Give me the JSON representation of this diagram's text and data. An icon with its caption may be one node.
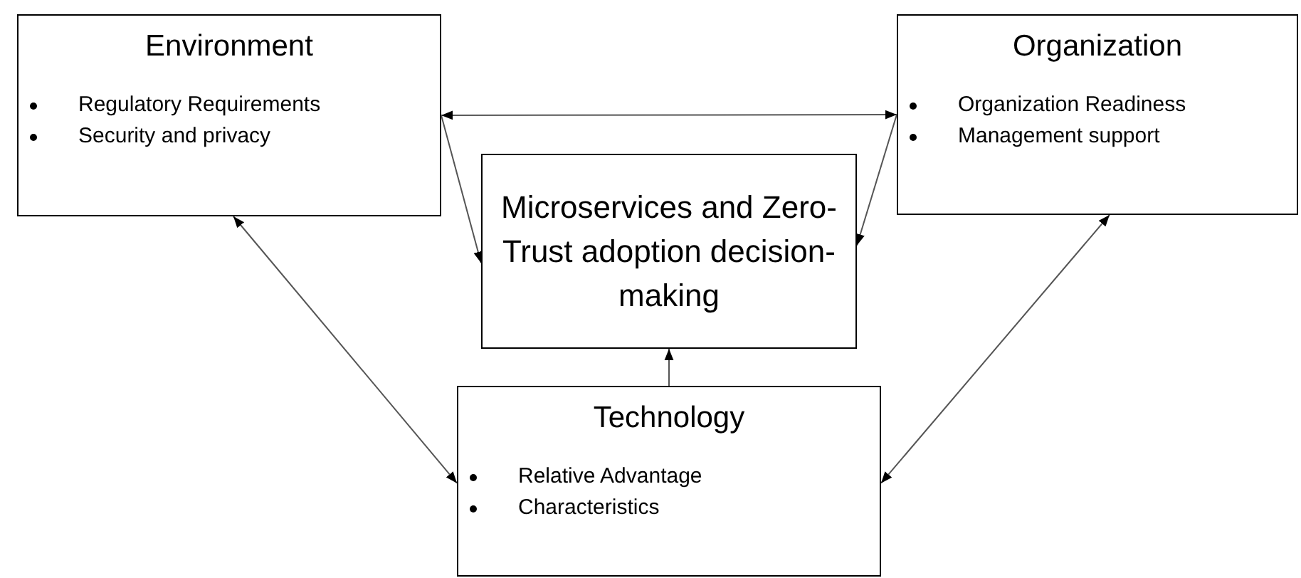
{
  "diagram": {
    "nodes": [
      {
        "text": [
          "Environment",
          "Regulatory Requirements",
          "Security and privacy"
        ]
      },
      {
        "text": [
          "Organization",
          "Organization Readiness",
          "Management support"
        ]
      },
      {
        "text": [
          "Microservices and Zero-Trust adoption decision-making"
        ]
      },
      {
        "text": [
          "Technology",
          "Relative Advantage",
          "Characteristics"
        ]
      }
    ],
    "edges": [
      {
        "from": 0,
        "to": 1,
        "arrow": "both"
      },
      {
        "from": 0,
        "to": 2,
        "arrow": "to"
      },
      {
        "from": 1,
        "to": 2,
        "arrow": "to"
      },
      {
        "from": 0,
        "to": 3,
        "arrow": "both"
      },
      {
        "from": 1,
        "to": 3,
        "arrow": "both"
      },
      {
        "from": 3,
        "to": 2,
        "arrow": "to"
      }
    ]
  }
}
